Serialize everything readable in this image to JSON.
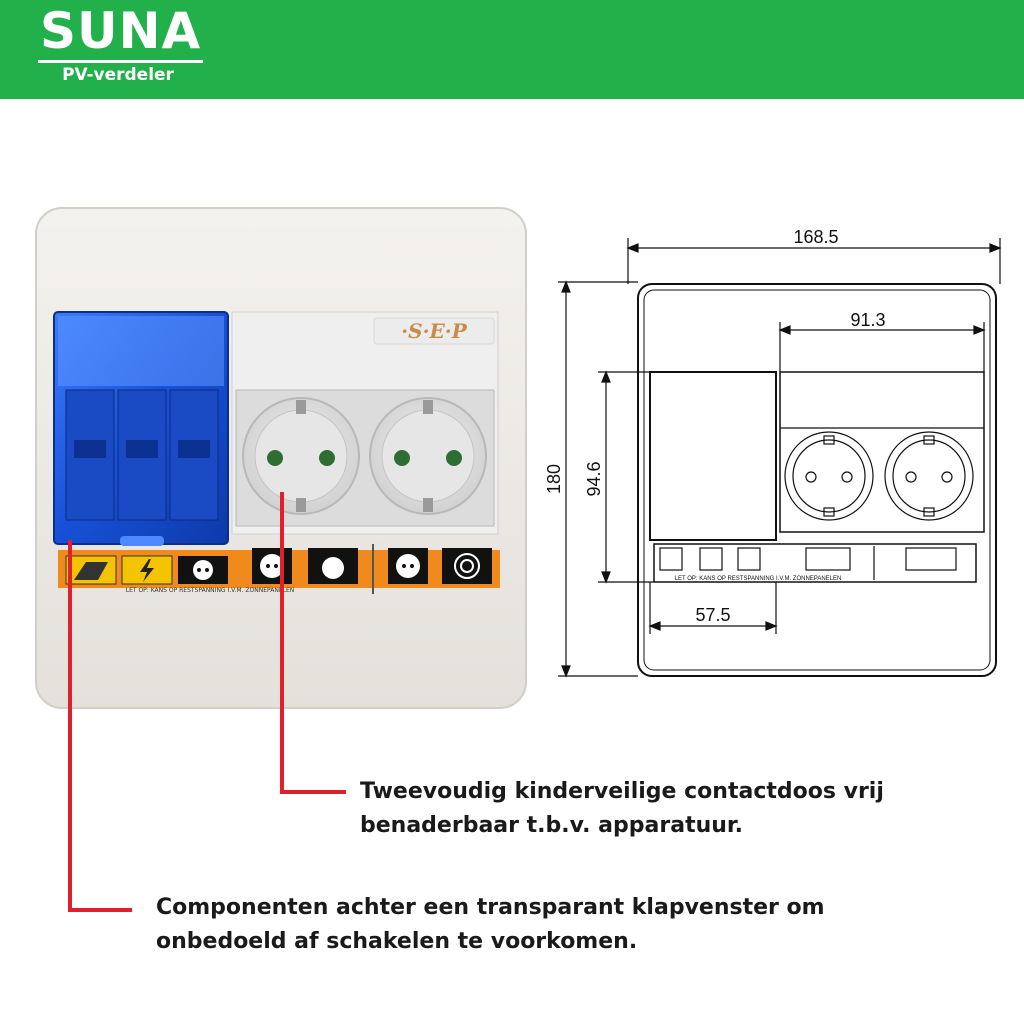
{
  "header": {
    "brand": "SUNA",
    "subtitle": "PV-verdeler",
    "background": "#22b04b"
  },
  "product_photo": {
    "logo_text": "·S·E·P",
    "warning_label": "LET OP: KANS OP RESTSPANNING I.V.M. ZONNEPANELEN",
    "window_color": "#1e5fe0",
    "label_strip_color": "#f08a1c",
    "icons": [
      "solar-panel-icon",
      "lightning-icon",
      "socket-icon",
      "socket-icon",
      "washing-machine-icon",
      "socket-icon",
      "cooktop-icon"
    ]
  },
  "drawing": {
    "dim_width": "168.5",
    "dim_socket_width": "91.3",
    "dim_height": "180",
    "dim_window_height": "94.6",
    "dim_window_width": "57.5",
    "label_text": "LET OP: KANS OP RESTSPANNING I.V.M. ZONNEPANELEN"
  },
  "callouts": {
    "sockets": "Tweevoudig kinderveilige contactdoos vrij benaderbaar t.b.v. apparatuur.",
    "window": "Componenten achter een transparant klapvenster om onbedoeld af schakelen te voorkomen.",
    "line_color": "#e0202a"
  }
}
